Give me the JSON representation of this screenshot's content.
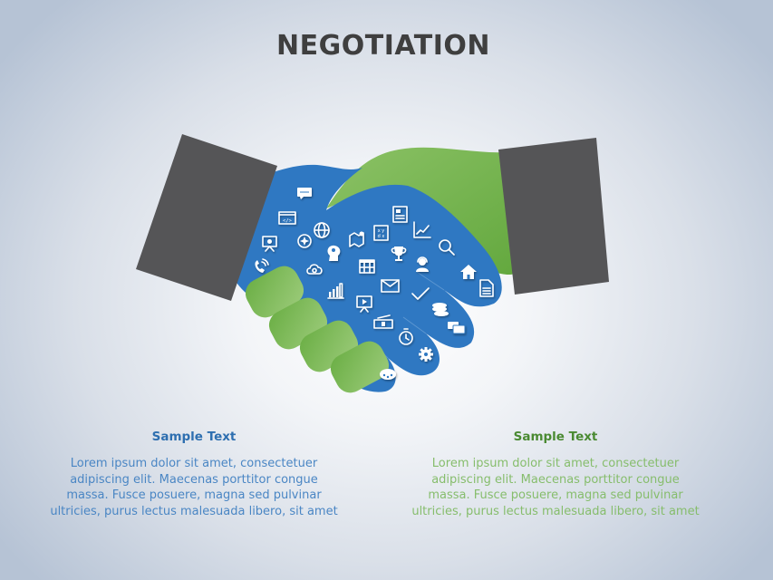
{
  "slide": {
    "title": "NEGOTIATION"
  },
  "graphic": {
    "name": "handshake",
    "colors": {
      "left_hand": "#2f78c2",
      "right_hand": "#6aab45",
      "sleeves": "#555557",
      "fingers_green": "#7bbb55"
    },
    "icons": [
      "chat-bubble-icon",
      "code-window-icon",
      "globe-icon",
      "presentation-board-icon",
      "compass-icon",
      "map-pin-icon",
      "formula-board-icon",
      "newspaper-icon",
      "line-chart-icon",
      "phone-icon",
      "brain-gears-icon",
      "cloud-sync-icon",
      "calendar-icon",
      "trophy-icon",
      "support-agent-icon",
      "magnifier-icon",
      "home-icon",
      "bar-chart-icon",
      "envelope-icon",
      "checkmark-icon",
      "document-icon",
      "video-board-icon",
      "cash-icon",
      "coins-icon",
      "chat-bubbles-icon",
      "stopwatch-icon",
      "gear-icon",
      "palette-icon"
    ]
  },
  "columns": [
    {
      "heading": "Sample Text",
      "body": "Lorem ipsum dolor sit amet, consectetuer adipiscing elit. Maecenas porttitor congue massa. Fusce posuere, magna sed pulvinar ultricies, purus lectus malesuada libero, sit amet",
      "color_heading": "#2e6fb0",
      "color_body": "#4a86c4"
    },
    {
      "heading": "Sample Text",
      "body": "Lorem ipsum dolor sit amet, consectetuer adipiscing elit. Maecenas porttitor congue massa. Fusce posuere, magna sed pulvinar ultricies, purus lectus malesuada libero, sit amet",
      "color_heading": "#4a8a32",
      "color_body": "#86bd6c"
    }
  ]
}
